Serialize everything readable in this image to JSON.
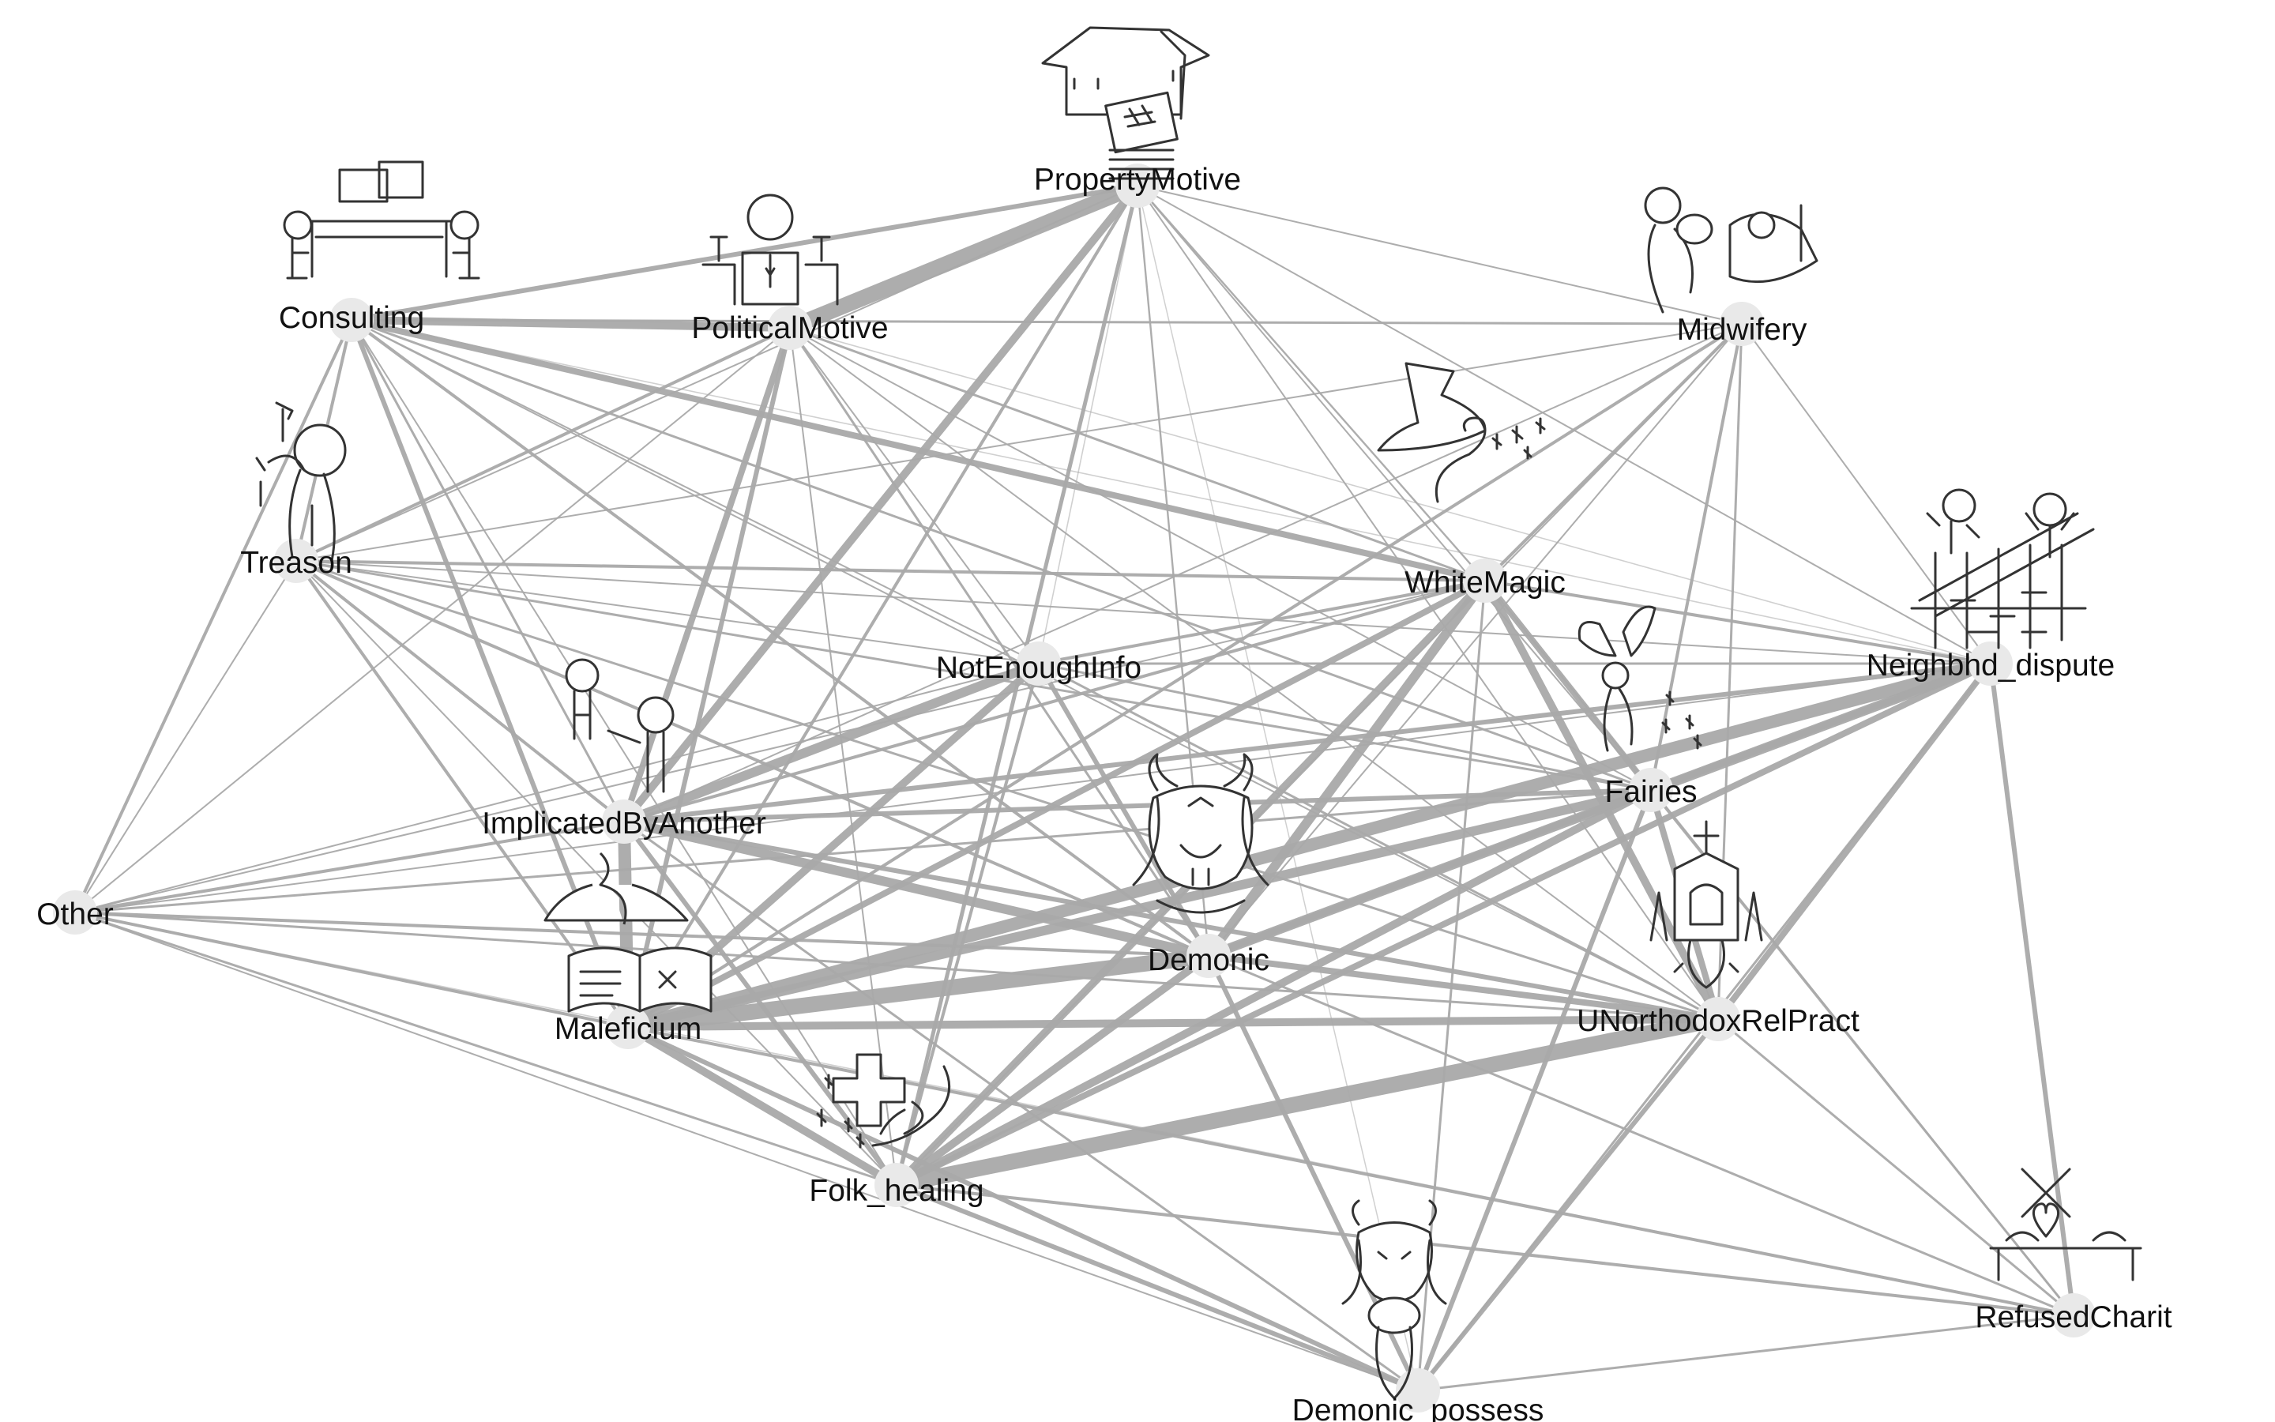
{
  "diagram": {
    "type": "network",
    "colors": {
      "edge": "#a9a9a9",
      "node": "#e9e9e9",
      "label": "#111111",
      "icon": "#333333"
    },
    "nodes": [
      {
        "id": "PropertyMotive",
        "label": "PropertyMotive",
        "icon": "house-documents-icon"
      },
      {
        "id": "Consulting",
        "label": "Consulting",
        "icon": "meeting-table-icon"
      },
      {
        "id": "PoliticalMotive",
        "label": "PoliticalMotive",
        "icon": "podium-speaker-icon"
      },
      {
        "id": "Midwifery",
        "label": "Midwifery",
        "icon": "mother-baby-icon"
      },
      {
        "id": "Treason",
        "label": "Treason",
        "icon": "backstab-icon"
      },
      {
        "id": "WhiteMagic",
        "label": "WhiteMagic",
        "icon": "witch-hat-wand-icon"
      },
      {
        "id": "NotEnoughInfo",
        "label": "NotEnoughInfo",
        "icon": ""
      },
      {
        "id": "Neighbhd_dispute",
        "label": "Neighbhd_dispute",
        "icon": "fence-neighbours-icon"
      },
      {
        "id": "ImplicatedByAnother",
        "label": "ImplicatedByAnother",
        "icon": "pointing-figures-icon"
      },
      {
        "id": "Fairies",
        "label": "Fairies",
        "icon": "fairy-icon"
      },
      {
        "id": "Other",
        "label": "Other",
        "icon": ""
      },
      {
        "id": "Demonic",
        "label": "Demonic",
        "icon": "horned-demon-icon"
      },
      {
        "id": "Maleficium",
        "label": "Maleficium",
        "icon": "cauldron-spellbook-icon"
      },
      {
        "id": "UNorthodoxRelPract",
        "label": "UNorthodoxRelPract",
        "icon": "chapel-icon"
      },
      {
        "id": "Folk_healing",
        "label": "Folk_healing",
        "icon": "cross-hand-icon"
      },
      {
        "id": "Demonic_possess",
        "label": "Demonic_possess",
        "icon": "possessed-figure-icon"
      },
      {
        "id": "RefusedCharity",
        "label": "RefusedCharit",
        "icon": "crossed-charity-icon"
      }
    ],
    "edges": [
      [
        "PoliticalMotive",
        "PropertyMotive",
        10
      ],
      [
        "Consulting",
        "PropertyMotive",
        3
      ],
      [
        "Consulting",
        "PoliticalMotive",
        5
      ],
      [
        "PropertyMotive",
        "ImplicatedByAnother",
        5
      ],
      [
        "PropertyMotive",
        "Folk_healing",
        2.5
      ],
      [
        "PropertyMotive",
        "Maleficium",
        2
      ],
      [
        "PropertyMotive",
        "Demonic",
        1.2
      ],
      [
        "PropertyMotive",
        "WhiteMagic",
        1.2
      ],
      [
        "PropertyMotive",
        "Fairies",
        1
      ],
      [
        "PropertyMotive",
        "Treason",
        1
      ],
      [
        "PropertyMotive",
        "Neighbhd_dispute",
        1
      ],
      [
        "PropertyMotive",
        "Midwifery",
        1
      ],
      [
        "PropertyMotive",
        "UNorthodoxRelPract",
        1
      ],
      [
        "PropertyMotive",
        "NotEnoughInfo",
        0.8
      ],
      [
        "PropertyMotive",
        "Demonic_possess",
        0.6
      ],
      [
        "Consulting",
        "WhiteMagic",
        4
      ],
      [
        "Consulting",
        "Midwifery",
        1.5
      ],
      [
        "Consulting",
        "Treason",
        2
      ],
      [
        "Consulting",
        "Other",
        2
      ],
      [
        "Consulting",
        "Maleficium",
        3
      ],
      [
        "Consulting",
        "ImplicatedByAnother",
        1.5
      ],
      [
        "Consulting",
        "Demonic",
        2
      ],
      [
        "Consulting",
        "Folk_healing",
        1
      ],
      [
        "Consulting",
        "NotEnoughInfo",
        1
      ],
      [
        "Consulting",
        "Fairies",
        1.5
      ],
      [
        "Consulting",
        "UNorthodoxRelPract",
        1
      ],
      [
        "Consulting",
        "Neighbhd_dispute",
        0.8
      ],
      [
        "PoliticalMotive",
        "ImplicatedByAnother",
        4
      ],
      [
        "PoliticalMotive",
        "Maleficium",
        3
      ],
      [
        "PoliticalMotive",
        "Treason",
        2
      ],
      [
        "PoliticalMotive",
        "WhiteMagic",
        1.5
      ],
      [
        "PoliticalMotive",
        "Demonic",
        1.5
      ],
      [
        "PoliticalMotive",
        "Fairies",
        1
      ],
      [
        "PoliticalMotive",
        "Folk_healing",
        1
      ],
      [
        "PoliticalMotive",
        "NotEnoughInfo",
        1
      ],
      [
        "PoliticalMotive",
        "UNorthodoxRelPract",
        1
      ],
      [
        "PoliticalMotive",
        "Other",
        1
      ],
      [
        "PoliticalMotive",
        "Neighbhd_dispute",
        0.8
      ],
      [
        "Midwifery",
        "WhiteMagic",
        2
      ],
      [
        "Midwifery",
        "Fairies",
        2
      ],
      [
        "Midwifery",
        "Maleficium",
        2
      ],
      [
        "Midwifery",
        "UNorthodoxRelPract",
        1.5
      ],
      [
        "Midwifery",
        "Neighbhd_dispute",
        1
      ],
      [
        "Midwifery",
        "Treason",
        1
      ],
      [
        "Midwifery",
        "Demonic",
        1
      ],
      [
        "Midwifery",
        "Folk_healing",
        1
      ],
      [
        "Midwifery",
        "ImplicatedByAnother",
        1
      ],
      [
        "Treason",
        "WhiteMagic",
        2
      ],
      [
        "Treason",
        "ImplicatedByAnother",
        2
      ],
      [
        "Treason",
        "Maleficium",
        2
      ],
      [
        "Treason",
        "Demonic",
        2
      ],
      [
        "Treason",
        "Fairies",
        1.5
      ],
      [
        "Treason",
        "UNorthodoxRelPract",
        1.5
      ],
      [
        "Treason",
        "Folk_healing",
        1
      ],
      [
        "Treason",
        "Other",
        1
      ],
      [
        "Treason",
        "Neighbhd_dispute",
        1
      ],
      [
        "Treason",
        "NotEnoughInfo",
        1
      ],
      [
        "WhiteMagic",
        "Demonic",
        6
      ],
      [
        "WhiteMagic",
        "Fairies",
        4
      ],
      [
        "WhiteMagic",
        "UNorthodoxRelPract",
        5
      ],
      [
        "WhiteMagic",
        "Folk_healing",
        5
      ],
      [
        "WhiteMagic",
        "Maleficium",
        4
      ],
      [
        "WhiteMagic",
        "ImplicatedByAnother",
        2
      ],
      [
        "WhiteMagic",
        "NotEnoughInfo",
        2
      ],
      [
        "WhiteMagic",
        "Neighbhd_dispute",
        2
      ],
      [
        "WhiteMagic",
        "Demonic_possess",
        1.5
      ],
      [
        "WhiteMagic",
        "Other",
        1
      ],
      [
        "WhiteMagic",
        "RefusedCharity",
        1
      ],
      [
        "NotEnoughInfo",
        "ImplicatedByAnother",
        6
      ],
      [
        "NotEnoughInfo",
        "Maleficium",
        5
      ],
      [
        "NotEnoughInfo",
        "Demonic",
        3
      ],
      [
        "NotEnoughInfo",
        "Folk_healing",
        2
      ],
      [
        "NotEnoughInfo",
        "Fairies",
        1.5
      ],
      [
        "NotEnoughInfo",
        "UNorthodoxRelPract",
        1.5
      ],
      [
        "NotEnoughInfo",
        "Neighbhd_dispute",
        1.5
      ],
      [
        "NotEnoughInfo",
        "Other",
        1
      ],
      [
        "Neighbhd_dispute",
        "Maleficium",
        8
      ],
      [
        "Neighbhd_dispute",
        "Demonic",
        6
      ],
      [
        "Neighbhd_dispute",
        "Folk_healing",
        4
      ],
      [
        "Neighbhd_dispute",
        "Fairies",
        4
      ],
      [
        "Neighbhd_dispute",
        "UNorthodoxRelPract",
        4
      ],
      [
        "Neighbhd_dispute",
        "ImplicatedByAnother",
        3
      ],
      [
        "Neighbhd_dispute",
        "RefusedCharity",
        3
      ],
      [
        "Neighbhd_dispute",
        "Demonic_possess",
        1.5
      ],
      [
        "Neighbhd_dispute",
        "Other",
        1
      ],
      [
        "ImplicatedByAnother",
        "Maleficium",
        8
      ],
      [
        "ImplicatedByAnother",
        "Demonic",
        6
      ],
      [
        "ImplicatedByAnother",
        "Folk_healing",
        3
      ],
      [
        "ImplicatedByAnother",
        "Fairies",
        3
      ],
      [
        "ImplicatedByAnother",
        "UNorthodoxRelPract",
        3
      ],
      [
        "ImplicatedByAnother",
        "Other",
        2
      ],
      [
        "ImplicatedByAnother",
        "Demonic_possess",
        1.5
      ],
      [
        "Fairies",
        "Maleficium",
        6
      ],
      [
        "Fairies",
        "Folk_healing",
        5
      ],
      [
        "Fairies",
        "Demonic",
        4
      ],
      [
        "Fairies",
        "UNorthodoxRelPract",
        4
      ],
      [
        "Fairies",
        "Demonic_possess",
        3
      ],
      [
        "Fairies",
        "Other",
        1.5
      ],
      [
        "Fairies",
        "RefusedCharity",
        1.5
      ],
      [
        "Other",
        "Maleficium",
        2
      ],
      [
        "Other",
        "Demonic",
        2
      ],
      [
        "Other",
        "Folk_healing",
        1.5
      ],
      [
        "Other",
        "UNorthodoxRelPract",
        1.5
      ],
      [
        "Other",
        "Demonic_possess",
        1
      ],
      [
        "Other",
        "RefusedCharity",
        0.8
      ],
      [
        "Demonic",
        "Maleficium",
        10
      ],
      [
        "Demonic",
        "Folk_healing",
        5
      ],
      [
        "Demonic",
        "UNorthodoxRelPract",
        4
      ],
      [
        "Demonic",
        "Demonic_possess",
        3
      ],
      [
        "Demonic",
        "RefusedCharity",
        1.5
      ],
      [
        "Maleficium",
        "Folk_healing",
        5
      ],
      [
        "Maleficium",
        "UNorthodoxRelPract",
        5
      ],
      [
        "Maleficium",
        "Demonic_possess",
        3
      ],
      [
        "Maleficium",
        "RefusedCharity",
        2
      ],
      [
        "UNorthodoxRelPract",
        "Folk_healing",
        10
      ],
      [
        "UNorthodoxRelPract",
        "Demonic_possess",
        3
      ],
      [
        "UNorthodoxRelPract",
        "RefusedCharity",
        1.5
      ],
      [
        "Folk_healing",
        "Demonic_possess",
        3
      ],
      [
        "Folk_healing",
        "RefusedCharity",
        2
      ],
      [
        "Demonic_possess",
        "RefusedCharity",
        1.5
      ]
    ]
  }
}
